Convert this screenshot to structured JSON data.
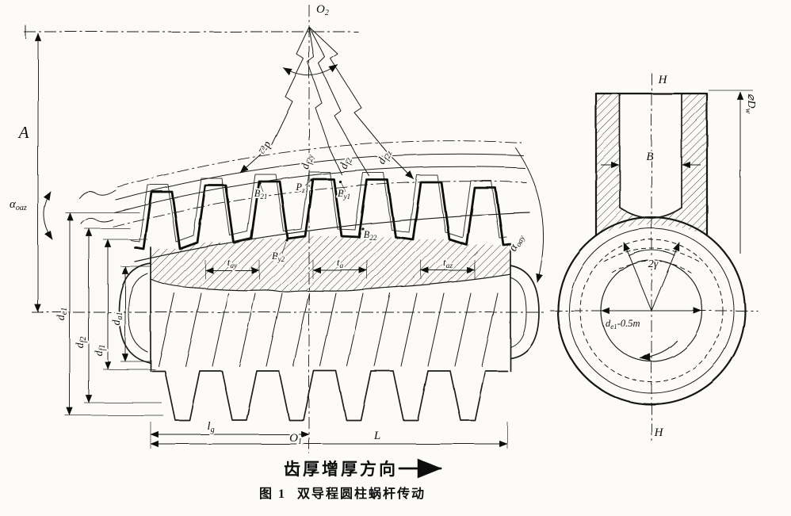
{
  "fig": {
    "caption": {
      "label": "图 1",
      "title": "双导程圆柱蜗杆传动"
    },
    "note": {
      "text": "齿厚增厚方向"
    },
    "left": {
      "o2": {
        "m": "O",
        "s": "2"
      },
      "o1": {
        "m": "O",
        "s": "1"
      },
      "dim_a": {
        "m": "A"
      },
      "radials": [
        {
          "m": "d",
          "s": "e2"
        },
        {
          "m": "d",
          "s": "f2y"
        },
        {
          "m": "d",
          "s": "f2"
        },
        {
          "m": "d",
          "s": "f2z"
        }
      ],
      "angle_left": {
        "m": "α",
        "s": "oaz"
      },
      "angle_right": {
        "m": "α",
        "s": "oay"
      },
      "points": [
        {
          "m": "B",
          "s": "21"
        },
        {
          "m": "P",
          "s": "z"
        },
        {
          "m": "B",
          "s": "y1"
        },
        {
          "m": "B",
          "s": "22"
        },
        {
          "m": "B",
          "s": "y2"
        }
      ],
      "pitches": [
        {
          "m": "t",
          "s": "ay"
        },
        {
          "m": "t",
          "s": "a"
        },
        {
          "m": "t",
          "s": "az"
        }
      ],
      "diameters": [
        {
          "m": "d",
          "s": "e1"
        },
        {
          "m": "d",
          "s": "f2"
        },
        {
          "m": "d",
          "s": "f1"
        },
        {
          "m": "d",
          "s": "a1"
        }
      ],
      "len_lg": {
        "m": "l",
        "s": "g"
      },
      "len_L": {
        "m": "L"
      }
    },
    "right": {
      "h_top": "H",
      "h_bottom": "H",
      "dw": {
        "pre": "⌀",
        "m": "D",
        "s": "w"
      },
      "b": "B",
      "angle": "2γ",
      "throat": {
        "m": "d",
        "s": "e1",
        "rest": "-0.5m"
      }
    }
  }
}
